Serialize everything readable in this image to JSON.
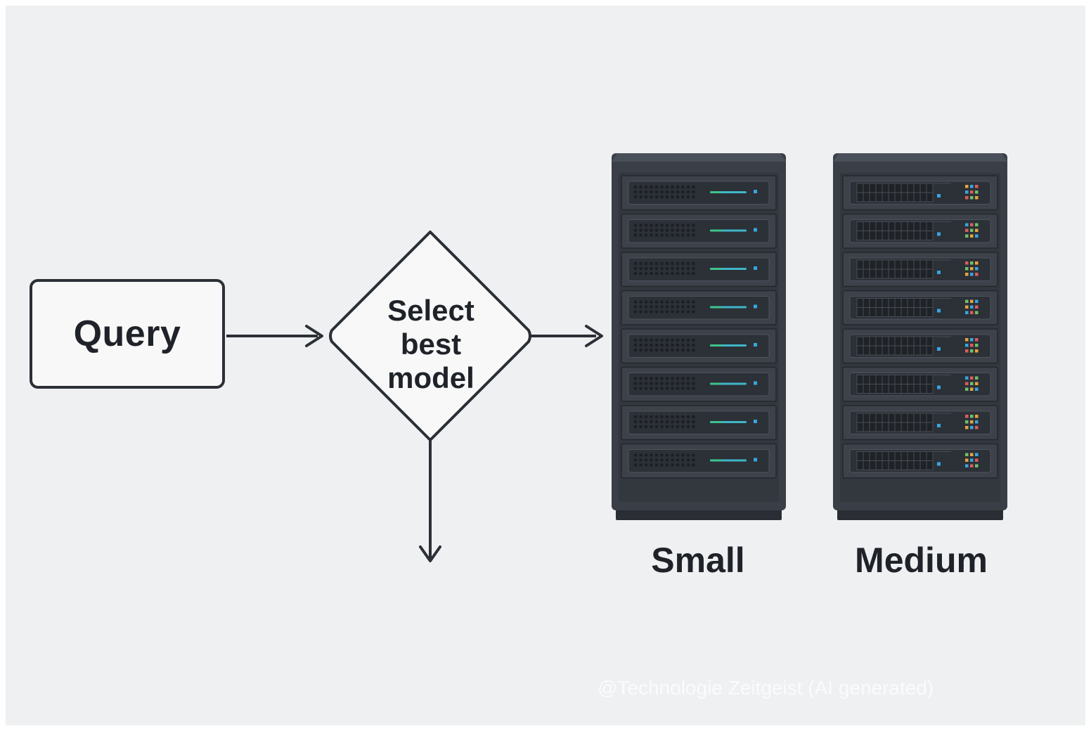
{
  "diagram": {
    "query_label": "Query",
    "decision_lines": [
      "Select",
      "best",
      "model"
    ],
    "racks": [
      {
        "label": "Small",
        "units": 8,
        "indicator_color": "#3fb6c9",
        "led_color": "#35a7e0"
      },
      {
        "label": "Medium",
        "units": 8,
        "indicator_color": "#4aa8df",
        "led_color": "#35a7e0"
      }
    ],
    "watermark": "@Technologie Zeitgeist (AI generated)"
  },
  "colors": {
    "background": "#eff0f2",
    "stroke": "#2b2f36",
    "rack_body": "#3a3f47",
    "rack_top": "#4a5059",
    "unit_fill": "#2c3037",
    "led_palette": [
      "#e8a33d",
      "#35a7e0",
      "#e05a5a",
      "#6cc26c"
    ]
  }
}
